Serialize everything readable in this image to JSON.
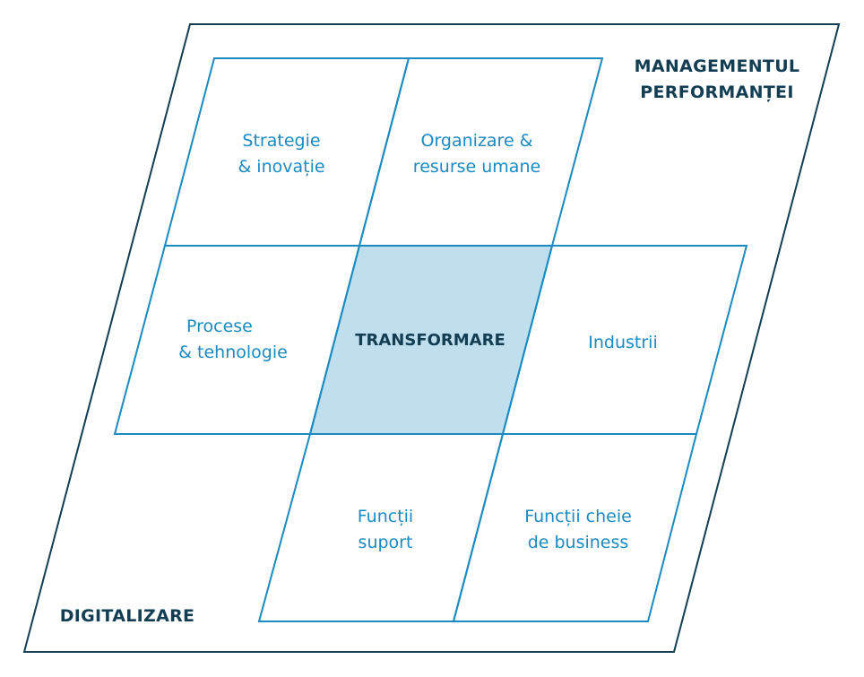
{
  "colors": {
    "outer_stroke": "#123d52",
    "grid_stroke": "#1a8ac1",
    "center_fill": "#bfdfee",
    "cell_text": "#1a8ac1",
    "dark_text": "#123d52"
  },
  "outer_labels": {
    "top_right": {
      "line1": "MANAGEMENTUL",
      "line2": "PERFORMANȚEI"
    },
    "bottom_left": "DIGITALIZARE"
  },
  "cells": {
    "strategie": {
      "line1": "Strategie",
      "line2": "& inovație"
    },
    "organizare": {
      "line1": "Organizare &",
      "line2": "resurse umane"
    },
    "procese": {
      "line1": "Procese",
      "line2": "& tehnologie"
    },
    "center": "TRANSFORMARE",
    "industrii": "Industrii",
    "functii_suport": {
      "line1": "Funcții",
      "line2": "suport"
    },
    "functii_cheie": {
      "line1": "Funcții cheie",
      "line2": "de business"
    }
  }
}
